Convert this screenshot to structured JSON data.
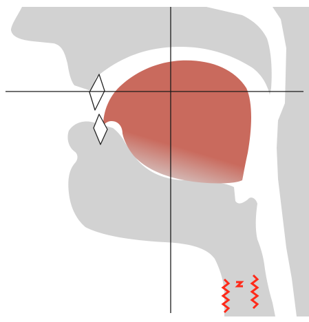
{
  "colors": {
    "background": "#ffffff",
    "head_tissue": "#d2d2d2",
    "tongue": "#c96a5d",
    "tongue_fade": "#d8d8d8",
    "crosshair": "#1a1a1a",
    "teeth_fill": "#ffffff",
    "teeth_stroke": "#222222",
    "glottis_vibration": "#ff2a1a"
  },
  "icons": {
    "tongue": "tongue-body-shape",
    "upper_teeth": "upper-incisor-icon",
    "lower_teeth": "lower-incisor-icon",
    "vocal_folds": "voicing-zigzag-icon",
    "crosshair": "vowel-crosshair"
  },
  "features": {
    "voiced": true,
    "lips": "open"
  }
}
